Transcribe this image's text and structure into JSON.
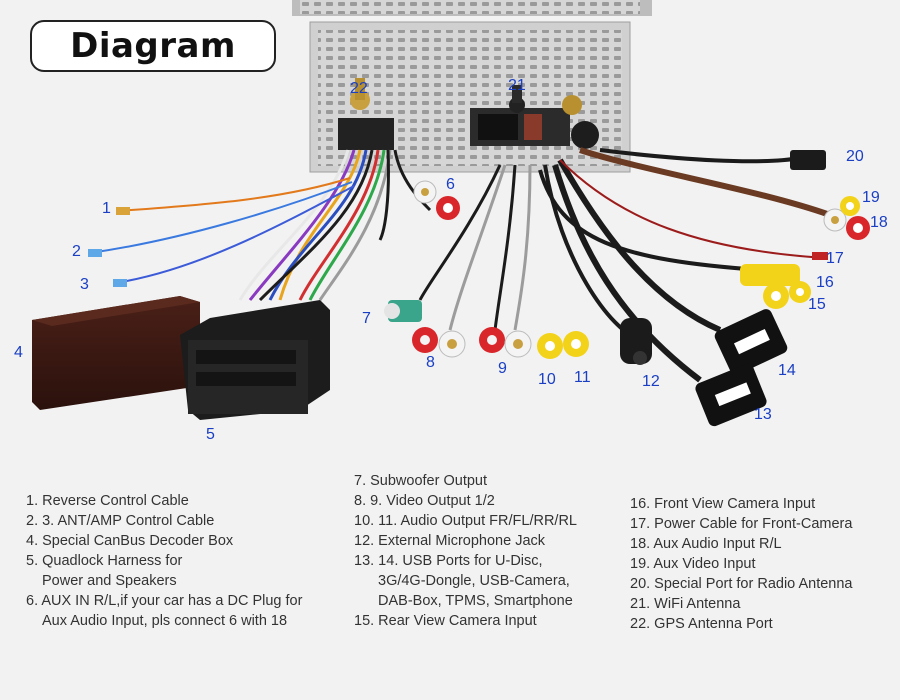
{
  "title": "Diagram",
  "callouts": [
    "1",
    "2",
    "3",
    "4",
    "5",
    "6",
    "7",
    "8",
    "9",
    "10",
    "11",
    "12",
    "13",
    "14",
    "15",
    "16",
    "17",
    "18",
    "19",
    "20",
    "21",
    "22"
  ],
  "legend": {
    "col1": [
      "1. Reverse Control Cable",
      "2. 3. ANT/AMP Control Cable",
      "4. Special CanBus Decoder Box",
      "5. Quadlock Harness for",
      "Power and Speakers",
      "6. AUX IN R/L,if your car has a DC Plug for",
      "Aux Audio Input, pls connect 6 with 18"
    ],
    "col2": [
      "7. Subwoofer Output",
      "8. 9. Video Output 1/2",
      "10. 11. Audio Output FR/FL/RR/RL",
      "12. External Microphone Jack",
      "13. 14. USB Ports for U-Disc,",
      "3G/4G-Dongle, USB-Camera,",
      "DAB-Box, TPMS, Smartphone",
      "15. Rear View Camera Input"
    ],
    "col3": [
      "16. Front View Camera Input",
      "17. Power Cable for Front-Camera",
      "18. Aux Audio Input R/L",
      "19. Aux Video Input",
      "20. Special Port for Radio Antenna",
      "21. WiFi Antenna",
      "22. GPS Antenna Port"
    ]
  },
  "colors": {
    "callout_number": "#1a3fc4",
    "rca_red": "#d8262b",
    "rca_white": "#f4f4f4",
    "rca_yellow": "#f3d21a",
    "rca_green": "#3aa58a",
    "cable_black": "#1b1b1b",
    "cable_brown": "#6b3a22",
    "chassis_silver": "#cfcfcf"
  }
}
